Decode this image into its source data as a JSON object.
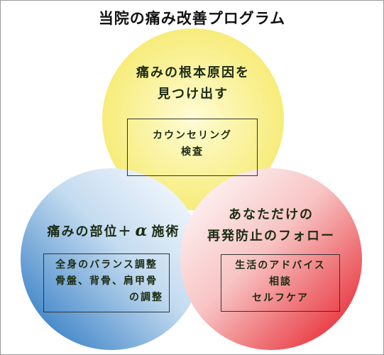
{
  "title": "当院の痛み改善プログラム",
  "colors": {
    "top_circle": "#fbf5a3",
    "left_circle": "#3f85c9",
    "right_circle": "#ed2f35",
    "text": "#1c2b12"
  },
  "top": {
    "heading_line1": "痛みの根本原因を",
    "heading_line2": "見つけ出す",
    "box_line1": "カウンセリング",
    "box_line2": "検査"
  },
  "left": {
    "heading_pre": "痛みの部位＋",
    "heading_alpha": "α",
    "heading_post": "施術",
    "box_line1": "全身のバランス調整",
    "box_line2": "骨盤、背骨、肩甲骨",
    "box_line3": "の調整"
  },
  "right": {
    "heading_line1": "あなただけの",
    "heading_line2": "再発防止のフォロー",
    "box_line1": "生活のアドバイス",
    "box_line2": "相談",
    "box_line3": "セルフケア"
  }
}
